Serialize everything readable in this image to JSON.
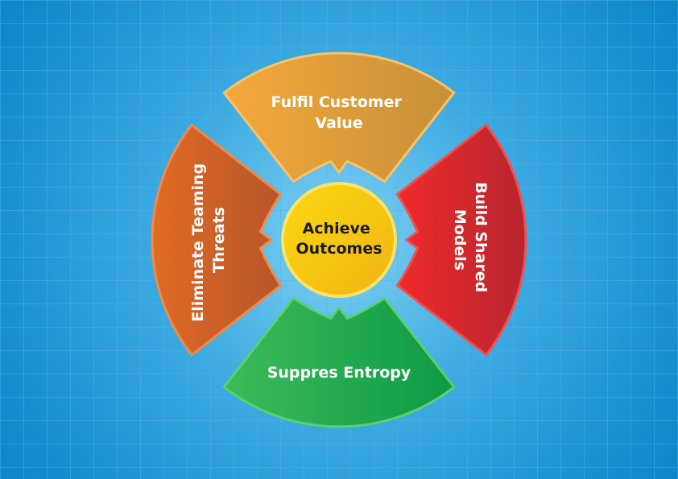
{
  "center": {
    "label_line1": "Achieve",
    "label_line2": "Outcomes",
    "color": "#f9d910"
  },
  "segments": {
    "top": {
      "label_line1": "Fulfil Customer",
      "label_line2": "Value",
      "color_from": "#f4a83a",
      "color_to": "#c89038"
    },
    "right": {
      "label_line1": "Build Shared",
      "label_line2": "Models",
      "color_from": "#ee2a2a",
      "color_to": "#b8262f"
    },
    "bottom": {
      "label_line1": "Suppres Entropy",
      "color_from": "#3cbc5a",
      "color_to": "#0d9a44"
    },
    "left": {
      "label_line1": "Eliminate Teaming",
      "label_line2": "Threats",
      "color_from": "#e06a26",
      "color_to": "#b8562a"
    }
  },
  "background": {
    "color_center": "#7fd1f2",
    "color_edge": "#0a84c8",
    "grid_color": "#4fb4e6"
  }
}
